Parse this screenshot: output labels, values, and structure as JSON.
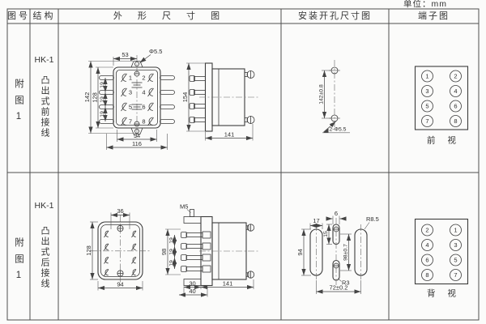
{
  "unit_label": "单位：mm",
  "header": {
    "figure_no": "图号",
    "structure": "结构",
    "outline": "外 形 尺 寸 图",
    "mounting": "安装开孔尺寸图",
    "terminal": "端子图"
  },
  "rows": [
    {
      "figure_label": "附图1",
      "model": "HK-1",
      "structure_label": "凸出式前接线",
      "terminal_numbers": [
        "1",
        "2",
        "3",
        "4",
        "5",
        "6",
        "7",
        "8"
      ],
      "outline_dims": {
        "top_width": "53",
        "top_hole": "Φ5.5",
        "overall_height": "142",
        "body_height": "128",
        "pitch1": "19",
        "pitch2": "19",
        "pitch3": "19",
        "inner_width": "94",
        "overall_width": "116",
        "side_height": "154",
        "depth": "141"
      },
      "mounting_dims": {
        "hole_spacing": "142±0.8",
        "hole_callout": "2-Φ5.5"
      },
      "terminal_map": {
        "left": [
          "1",
          "3",
          "5",
          "7"
        ],
        "right": [
          "2",
          "4",
          "6",
          "8"
        ]
      },
      "view_label": "前 视"
    },
    {
      "figure_label": "附图1",
      "model": "HK-1",
      "structure_label": "凸出式后接线",
      "outline_dims": {
        "top_width": "36",
        "body_height": "128",
        "body_width": "94",
        "thread": "M5",
        "side_height": "98",
        "pitch1": "19",
        "pitch2": "19",
        "pitch3": "19",
        "foot_width": "30",
        "foot_overall": "40",
        "depth": "141"
      },
      "mounting_dims": {
        "slot_width": "17",
        "slot_height": "94",
        "mid_slot_width": "6",
        "mid_slot_height": "15",
        "mid_slot_spacing": "98±0.7",
        "corner_radius": "R8.5",
        "small_radius": "R3",
        "slot_spacing": "72±0.2"
      },
      "terminal_map": {
        "left": [
          "2",
          "4",
          "6",
          "8"
        ],
        "right": [
          "1",
          "3",
          "5",
          "7"
        ]
      },
      "view_label": "背 视"
    }
  ]
}
